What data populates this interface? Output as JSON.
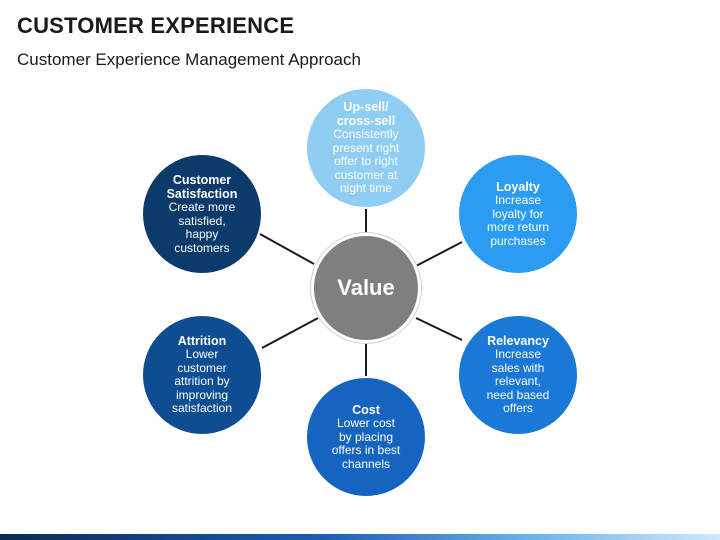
{
  "header": {
    "title": "CUSTOMER EXPERIENCE",
    "subtitle": "Customer Experience Management Approach"
  },
  "diagram": {
    "center": {
      "label": "Value",
      "color": "#7f7f7f"
    },
    "nodes": {
      "upsell": {
        "title_line1": "Up-sell/",
        "title_line2": "cross-sell",
        "body": [
          "Consistently",
          "present right",
          "offer to right",
          "customer at",
          "night time"
        ],
        "color": "#8fcdf2"
      },
      "loyalty": {
        "title": "Loyalty",
        "body": [
          "Increase",
          "loyalty for",
          "more return",
          "purchases"
        ],
        "color": "#2b9cf1"
      },
      "relevancy": {
        "title": "Relevancy",
        "body": [
          "Increase",
          "sales with",
          "relevant,",
          "need based",
          "offers"
        ],
        "color": "#1a78d6"
      },
      "cost": {
        "title": "Cost",
        "body": [
          "Lower cost",
          "by placing",
          "offers in best",
          "channels"
        ],
        "color": "#1565c0"
      },
      "attrition": {
        "title": "Attrition",
        "body": [
          "Lower",
          "customer",
          "attrition by",
          "improving",
          "satisfaction"
        ],
        "color": "#0e4d92"
      },
      "custsat": {
        "title_line1": "Customer",
        "title_line2": "Satisfaction",
        "body": [
          "Create more",
          "satisfied,",
          "happy",
          "customers"
        ],
        "color": "#0b3a6b"
      }
    },
    "connector_color": "#1a1a1a"
  }
}
